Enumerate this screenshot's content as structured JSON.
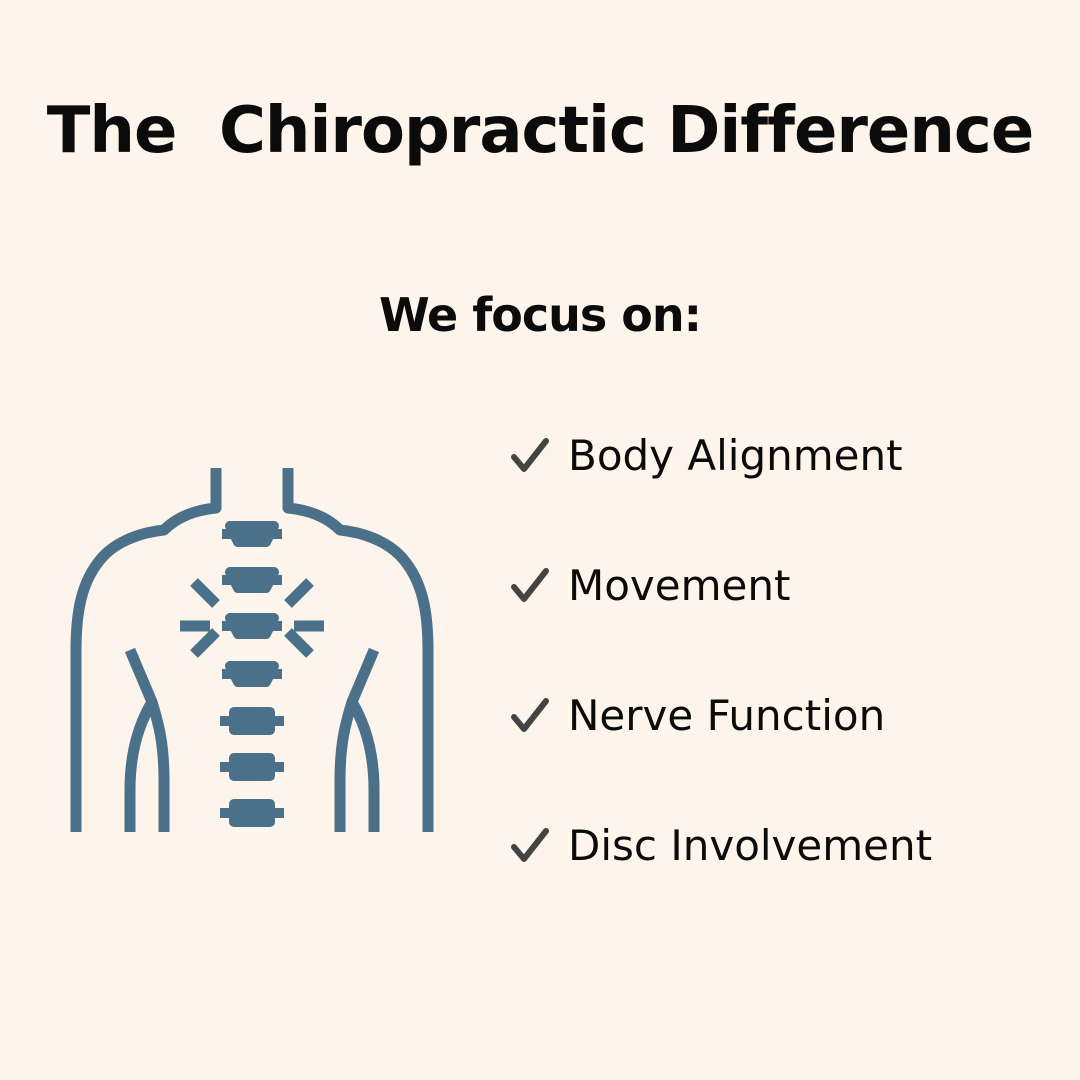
{
  "header": {
    "title": "The  Chiropractic Difference",
    "subtitle": "We focus on:"
  },
  "focus": {
    "items": [
      {
        "label": "Body Alignment",
        "icon": "check-icon"
      },
      {
        "label": "Movement",
        "icon": "check-icon"
      },
      {
        "label": "Nerve Function",
        "icon": "check-icon"
      },
      {
        "label": "Disc Involvement",
        "icon": "check-icon"
      }
    ]
  },
  "illustration": {
    "icon": "spine-back-icon"
  },
  "colors": {
    "background": "#fdf4ec",
    "text": "#0b0b0b",
    "illustration": "#4a7189",
    "check": "#444444"
  }
}
